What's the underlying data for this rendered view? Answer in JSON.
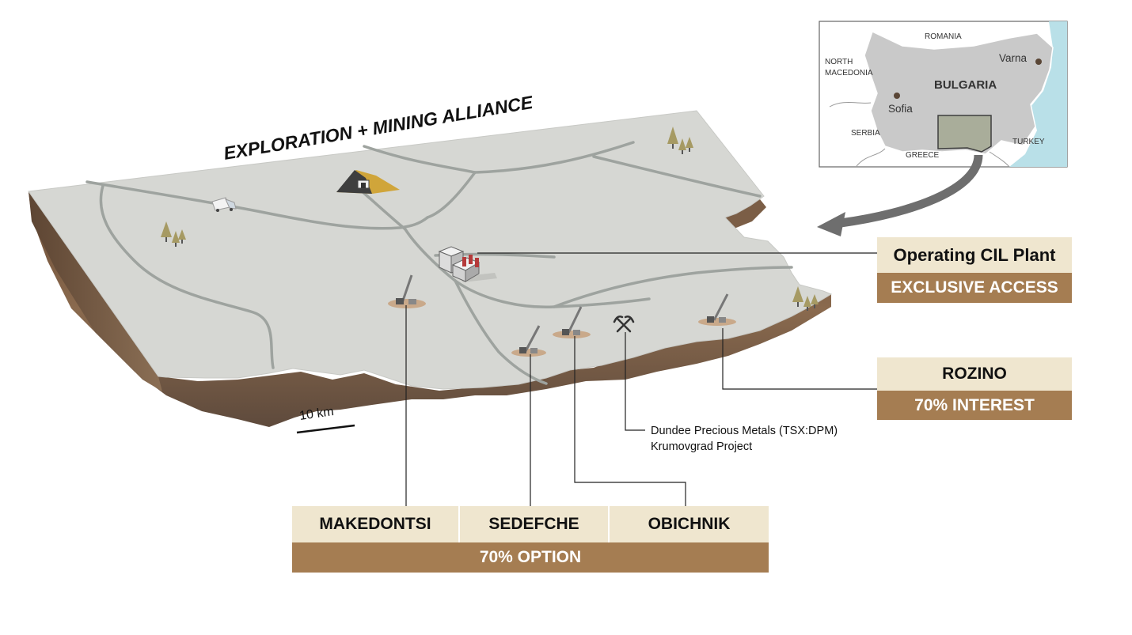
{
  "title": "EXPLORATION + MINING ALLIANCE",
  "scale_label": "10 km",
  "inset_map": {
    "country": "BULGARIA",
    "neighbors": [
      "ROMANIA",
      "NORTH",
      "MACEDONIA",
      "SERBIA",
      "GREECE",
      "TURKEY"
    ],
    "cities": [
      "Sofia",
      "Varna"
    ]
  },
  "plant": {
    "name": "Operating CIL Plant",
    "status": "EXCLUSIVE ACCESS"
  },
  "rozino": {
    "name": "ROZINO",
    "status": "70% INTEREST"
  },
  "dundee": {
    "line1": "Dundee Precious Metals (TSX:DPM)",
    "line2": "Krumovgrad Project"
  },
  "option_projects": {
    "names": [
      "MAKEDONTSI",
      "SEDEFCHE",
      "OBICHNIK"
    ],
    "status": "70% OPTION"
  },
  "colors": {
    "terrain": "#d6d7d3",
    "road": "#9ea39f",
    "rock": "#7a5a40",
    "label_light": "#efe6cf",
    "label_dark": "#a57d52",
    "inset_land": "#c9c9c9",
    "inset_highlight": "#a9ad9a",
    "sea": "#b9e0e8",
    "arrow": "#6e6e6e"
  },
  "icons": [
    "mine-pit-icon",
    "truck-icon",
    "plant-icon",
    "drill-rig-icon",
    "hammer-pick-icon",
    "tree-icon"
  ]
}
